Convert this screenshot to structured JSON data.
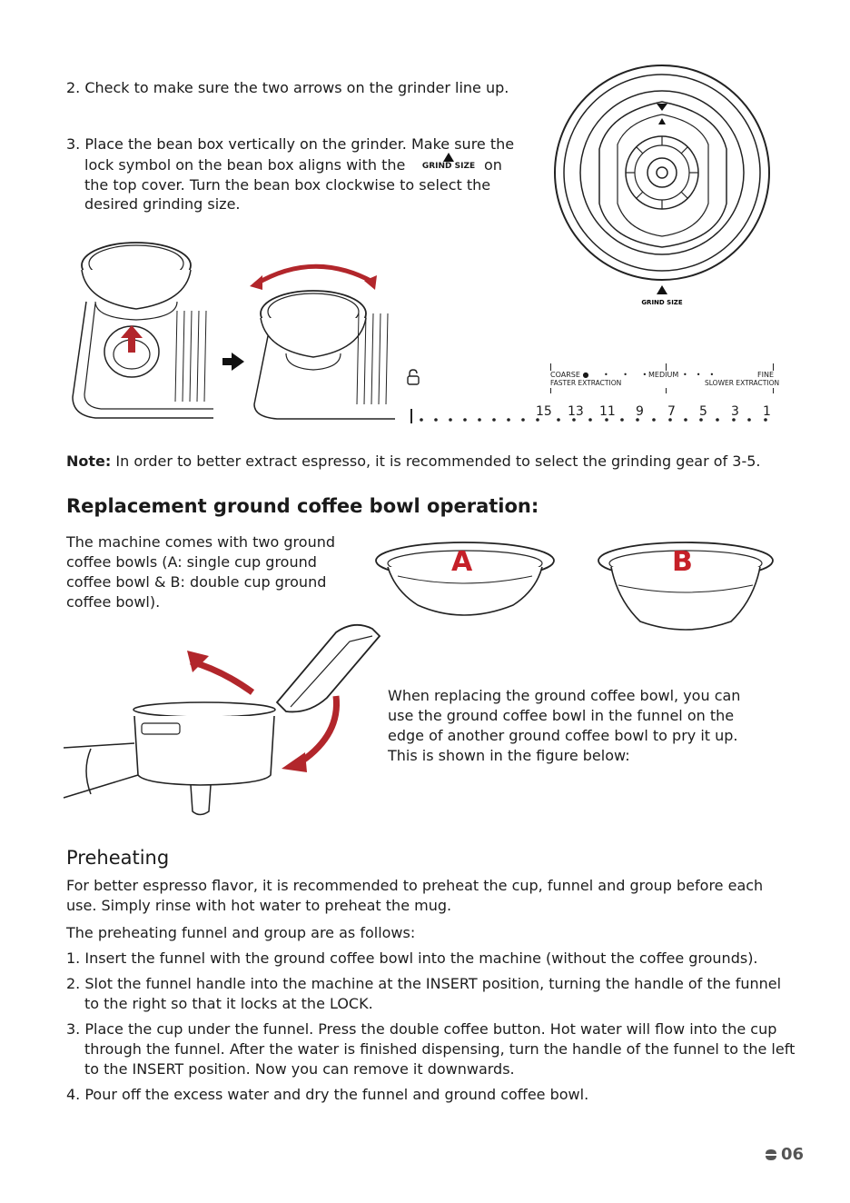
{
  "steps_top": {
    "step2": "2. Check to make sure the two arrows on the grinder line up.",
    "step3_a": "3. Place the bean box vertically on the grinder. Make sure the",
    "step3_b": "lock symbol on the bean box aligns with the",
    "step3_c": "on",
    "step3_d": "the top cover. Turn the bean box clockwise to select the",
    "step3_e": "desired grinding size.",
    "grind_size_label": "GRIND SIZE"
  },
  "grinder_dial": {
    "label": "GRIND SIZE"
  },
  "grind_scale": {
    "coarse": "COARSE",
    "faster": "FASTER EXTRACTION",
    "medium": "MEDIUM",
    "fine": "FINE",
    "slower": "SLOWER EXTRACTION",
    "numbers": [
      "15",
      "13",
      "11",
      "9",
      "7",
      "5",
      "3",
      "1"
    ]
  },
  "note": {
    "label": "Note:",
    "text": " In order to better extract espresso, it is recommended to select the grinding gear of 3-5."
  },
  "replacement": {
    "title": "Replacement ground coffee bowl operation:",
    "intro": "The machine comes with two ground coffee bowls (A: single cup ground coffee bowl & B: double cup ground coffee bowl).",
    "bowl_a": "A",
    "bowl_b": "B",
    "instructions": "When replacing the ground coffee bowl, you can use the ground coffee bowl in the funnel on the edge of another ground coffee bowl to pry it up. This is shown in the figure below:"
  },
  "preheating": {
    "heading": "Preheating",
    "p1": "For better espresso flavor, it is recommended to preheat the cup, funnel and group before each use. Simply rinse with hot water to preheat the mug.",
    "p2": "The preheating funnel and group are as follows:",
    "s1": "1. Insert the funnel with the ground coffee bowl into the machine (without the coffee grounds).",
    "s2": "2. Slot the funnel handle into the machine at the INSERT position, turning the handle of the funnel to the right so that it locks at the LOCK.",
    "s3": "3. Place the cup under the funnel. Press the double coffee button. Hot water will flow into the cup through the funnel. After the water is finished dispensing, turn the handle of the funnel to the left to the INSERT position. Now you can remove it downwards.",
    "s4": "4. Pour off the excess water and dry the funnel and ground coffee bowl."
  },
  "footer": {
    "page_number": "06"
  },
  "colors": {
    "accent_red": "#b2262b",
    "text": "#1d1d1d"
  }
}
